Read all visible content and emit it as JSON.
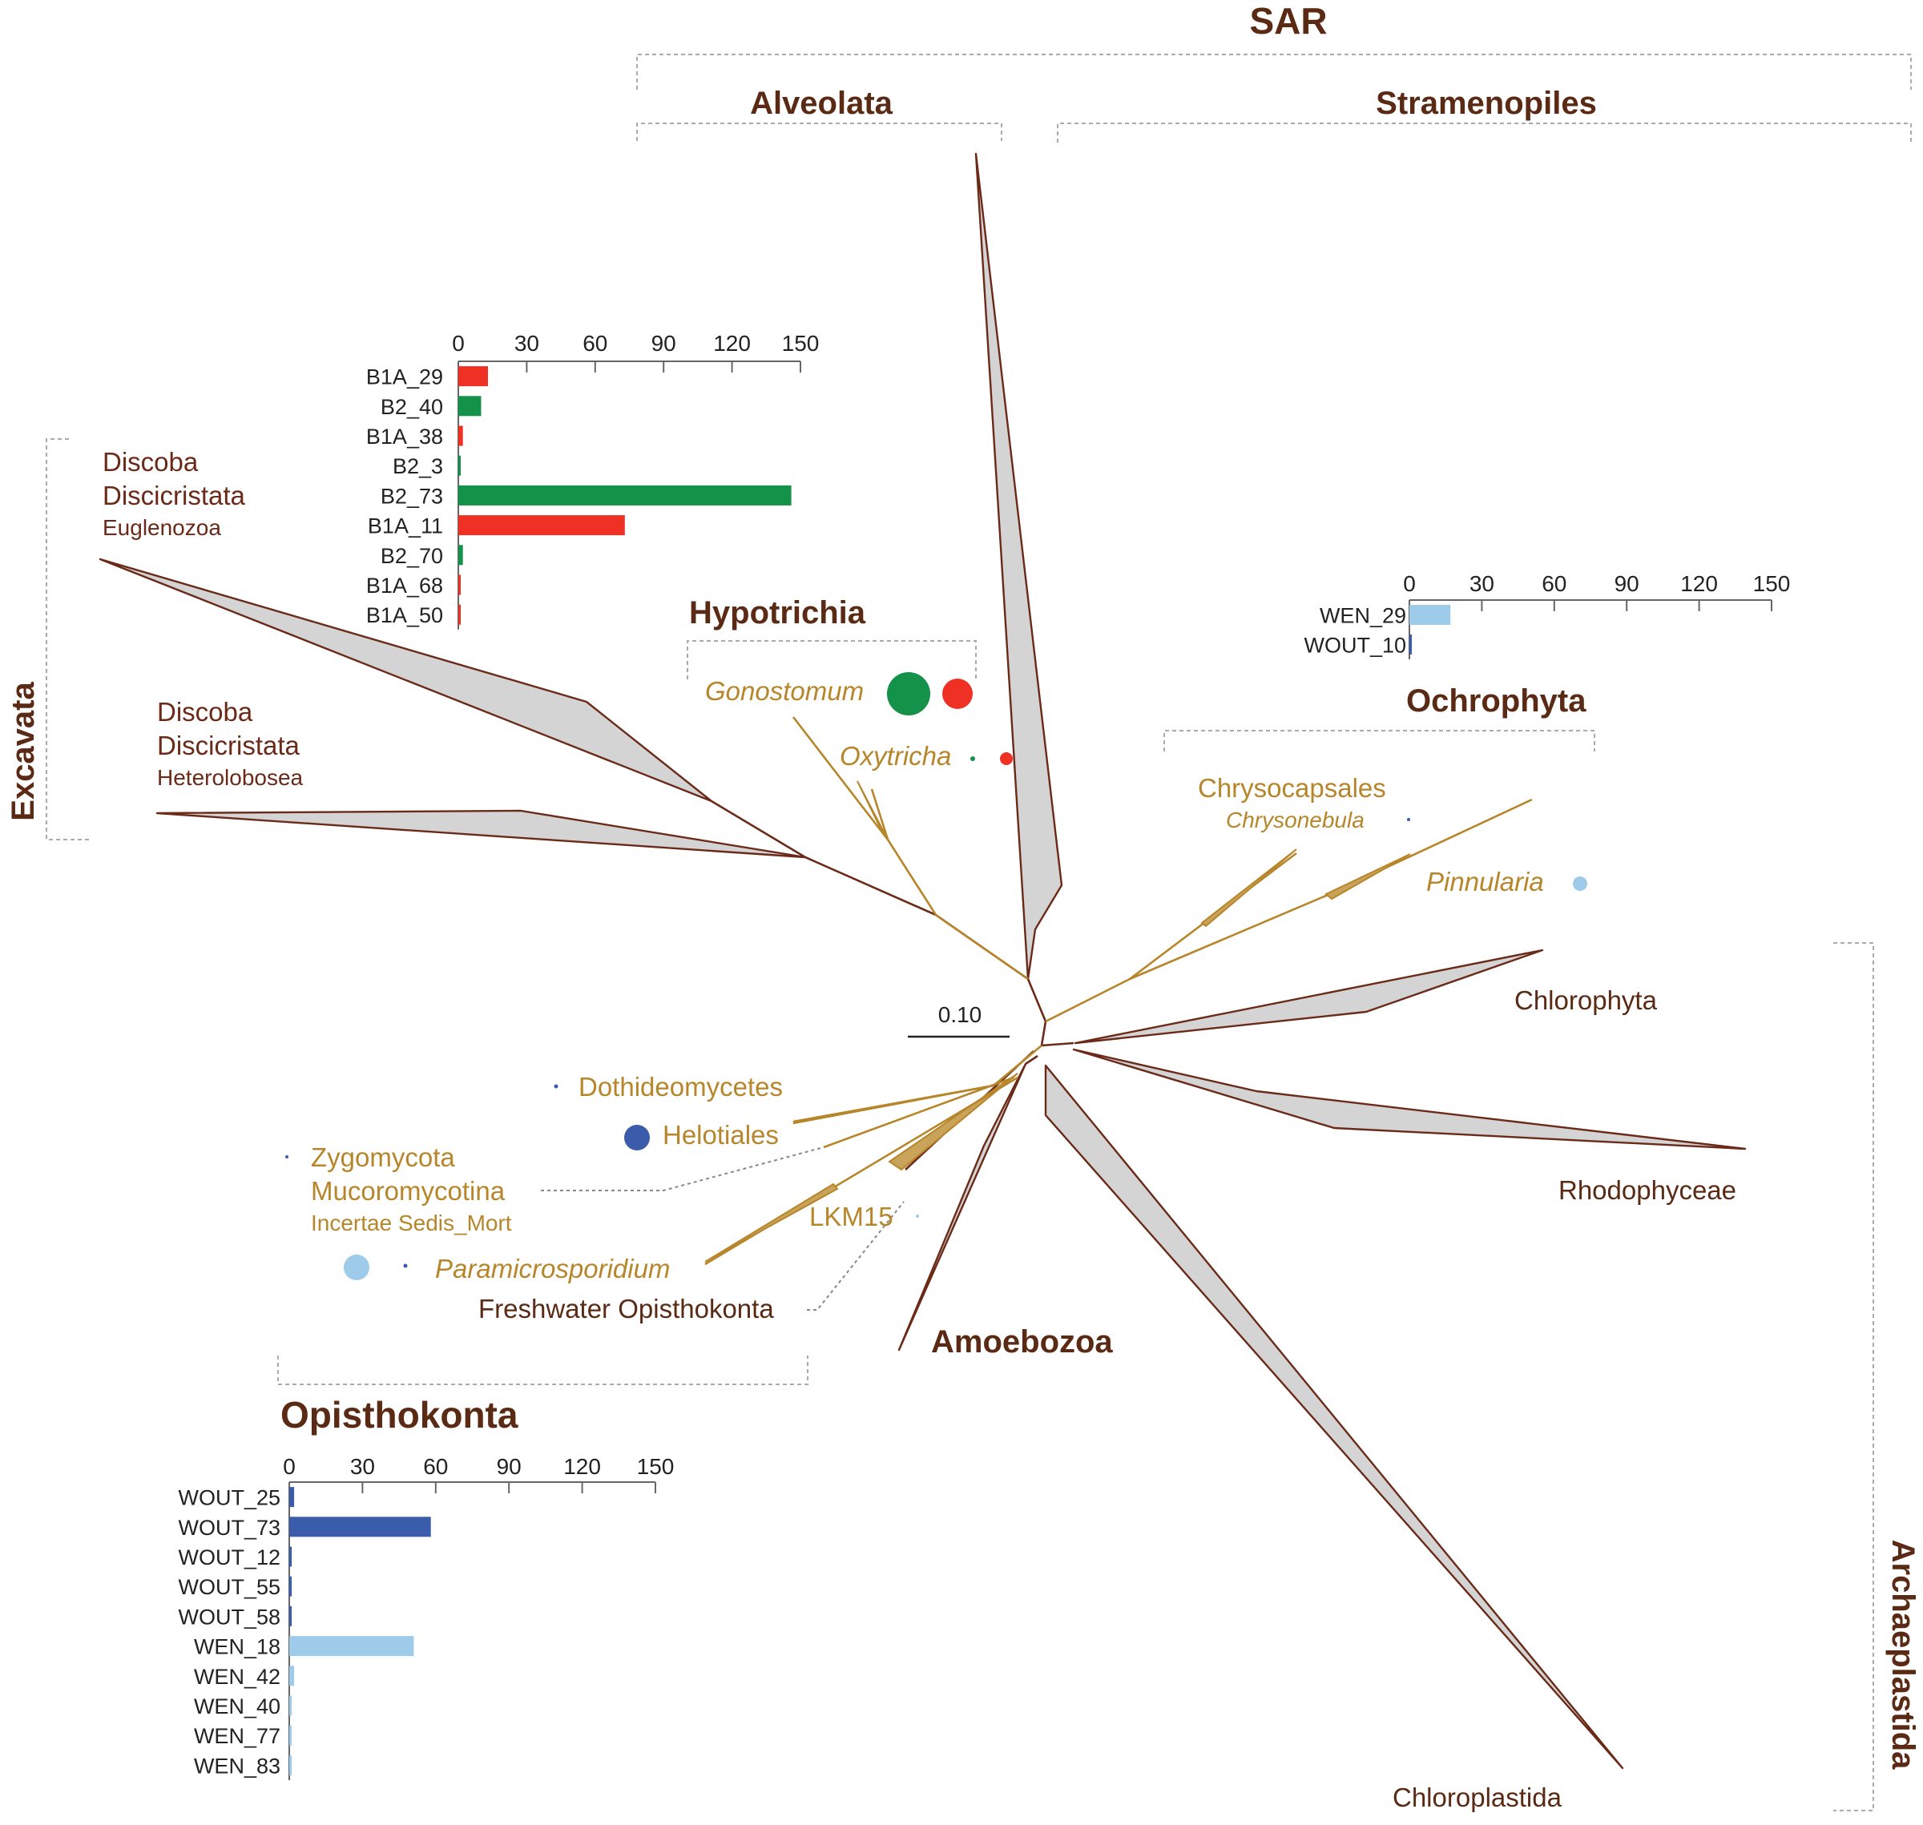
{
  "groups": {
    "sar": "SAR",
    "alveolata": "Alveolata",
    "stramenopiles": "Stramenopiles",
    "excavata": "Excavata",
    "archaeplastida": "Archaeplastida",
    "opisthokonta": "Opisthokonta",
    "amoebozoa": "Amoebozoa",
    "hypotrichia": "Hypotrichia",
    "ochrophyta": "Ochrophyta"
  },
  "clades": {
    "euglenozoa": {
      "line1": "Discoba",
      "line2": "Discicristata",
      "line3": "Euglenozoa"
    },
    "heterolobosea": {
      "line1": "Discoba",
      "line2": "Discicristata",
      "line3": "Heterolobosea"
    },
    "chlorophyta": "Chlorophyta",
    "rhodophyceae": "Rhodophyceae",
    "chloroplastida": "Chloroplastida",
    "freshwater_opisthokonta": "Freshwater Opisthokonta"
  },
  "taxa": {
    "gonostomum": "Gonostomum",
    "oxytricha": "Oxytricha",
    "chrysocapsales": "Chrysocapsales",
    "chrysonebula": "Chrysonebula",
    "pinnularia": "Pinnularia",
    "dothideomycetes": "Dothideomycetes",
    "helotiales": "Helotiales",
    "zygomycota": {
      "line1": "Zygomycota",
      "line2": "Mucoromycotina",
      "line3": "Incertae Sedis_Mort"
    },
    "lkm15": "LKM15",
    "paramicrosporidium": "Paramicrosporidium"
  },
  "scale_bar": "0.10",
  "colors": {
    "b1a": "#ee3124",
    "b2": "#14924a",
    "wout": "#3b5bab",
    "wen": "#9ecbea",
    "branch_dark": "#6b2a18",
    "branch_gold": "#b8862a",
    "clade_fill": "#d4d4d4"
  },
  "chart_data": [
    {
      "type": "bar",
      "orientation": "horizontal",
      "xticks": [
        "0",
        "30",
        "60",
        "90",
        "120",
        "150"
      ],
      "xlim": [
        0,
        150
      ],
      "categories": [
        "B1A_29",
        "B2_40",
        "B1A_38",
        "B2_3",
        "B2_73",
        "B1A_11",
        "B2_70",
        "B1A_68",
        "B1A_50"
      ],
      "values": [
        13,
        10,
        2,
        1,
        146,
        73,
        2,
        1,
        1
      ],
      "bar_colors": [
        "b1a",
        "b2",
        "b1a",
        "b2",
        "b2",
        "b1a",
        "b2",
        "b1a",
        "b1a"
      ]
    },
    {
      "type": "bar",
      "orientation": "horizontal",
      "xticks": [
        "0",
        "30",
        "60",
        "90",
        "120",
        "150"
      ],
      "xlim": [
        0,
        150
      ],
      "categories": [
        "WEN_29",
        "WOUT_10"
      ],
      "values": [
        17,
        1
      ],
      "bar_colors": [
        "wen",
        "wout"
      ]
    },
    {
      "type": "bar",
      "orientation": "horizontal",
      "xticks": [
        "0",
        "30",
        "60",
        "90",
        "120",
        "150"
      ],
      "xlim": [
        0,
        150
      ],
      "categories": [
        "WOUT_25",
        "WOUT_73",
        "WOUT_12",
        "WOUT_55",
        "WOUT_58",
        "WEN_18",
        "WEN_42",
        "WEN_40",
        "WEN_77",
        "WEN_83"
      ],
      "values": [
        2,
        58,
        1,
        1,
        1,
        51,
        2,
        1,
        1,
        1
      ],
      "bar_colors": [
        "wout",
        "wout",
        "wout",
        "wout",
        "wout",
        "wen",
        "wen",
        "wen",
        "wen",
        "wen"
      ]
    }
  ]
}
